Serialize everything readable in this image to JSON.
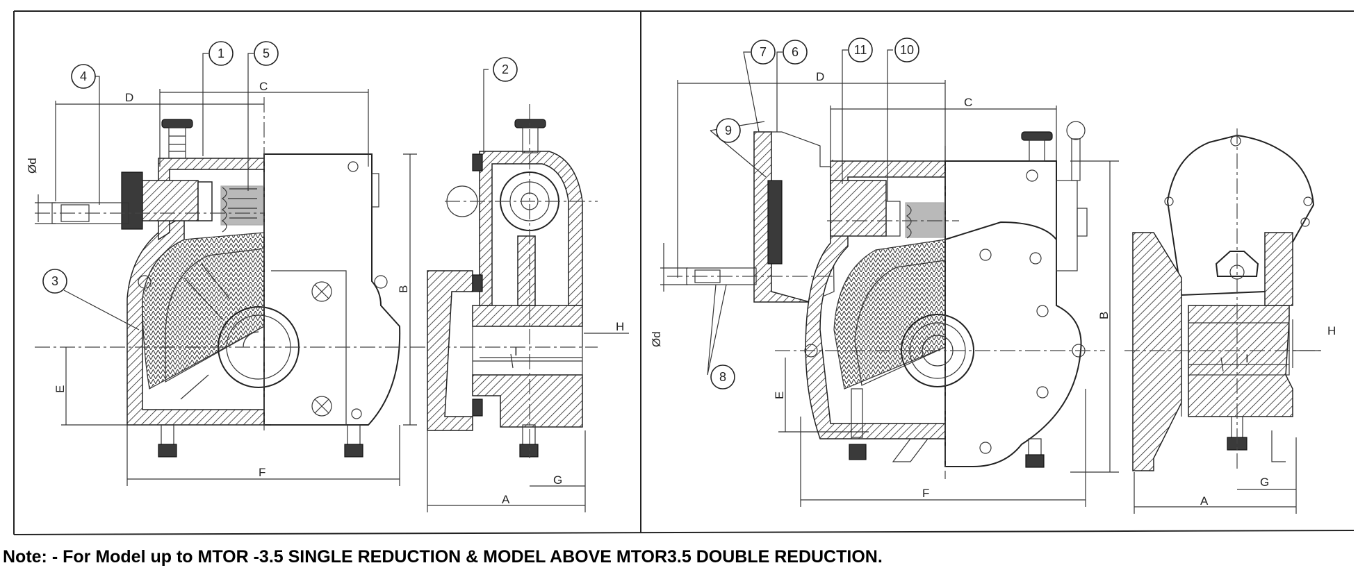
{
  "note": "Note: - For Model up to MTOR -3.5 SINGLE REDUCTION & MODEL ABOVE MTOR3.5 DOUBLE REDUCTION.",
  "left_view": {
    "balloons": [
      "1",
      "2",
      "3",
      "4",
      "5"
    ],
    "dims": {
      "C": "C",
      "D": "D",
      "B": "B",
      "E": "E",
      "F": "F",
      "A": "A",
      "G": "G",
      "H": "H",
      "d": "Ød",
      "I": "I"
    }
  },
  "right_view": {
    "balloons": [
      "6",
      "7",
      "8",
      "9",
      "10",
      "11"
    ],
    "dims": {
      "C": "C",
      "D": "D",
      "B": "B",
      "E": "E",
      "F": "F",
      "A": "A",
      "G": "G",
      "H": "H",
      "d": "Ød",
      "I": "I"
    }
  }
}
